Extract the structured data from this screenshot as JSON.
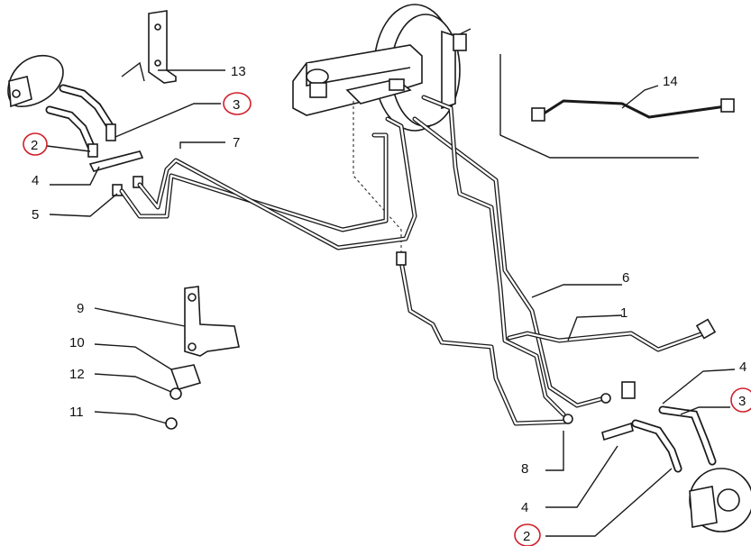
{
  "callouts": [
    {
      "id": "c13",
      "label": "13",
      "highlighted": false
    },
    {
      "id": "c3a",
      "label": "3",
      "highlighted": true
    },
    {
      "id": "c7",
      "label": "7",
      "highlighted": false
    },
    {
      "id": "c2a",
      "label": "2",
      "highlighted": true
    },
    {
      "id": "c4a",
      "label": "4",
      "highlighted": false
    },
    {
      "id": "c5",
      "label": "5",
      "highlighted": false
    },
    {
      "id": "c14",
      "label": "14",
      "highlighted": false
    },
    {
      "id": "c6",
      "label": "6",
      "highlighted": false
    },
    {
      "id": "c1",
      "label": "1",
      "highlighted": false
    },
    {
      "id": "c9",
      "label": "9",
      "highlighted": false
    },
    {
      "id": "c10",
      "label": "10",
      "highlighted": false
    },
    {
      "id": "c12",
      "label": "12",
      "highlighted": false
    },
    {
      "id": "c11",
      "label": "11",
      "highlighted": false
    },
    {
      "id": "c4b",
      "label": "4",
      "highlighted": false
    },
    {
      "id": "c3b",
      "label": "3",
      "highlighted": true
    },
    {
      "id": "c8",
      "label": "8",
      "highlighted": false
    },
    {
      "id": "c4c",
      "label": "4",
      "highlighted": false
    },
    {
      "id": "c2b",
      "label": "2",
      "highlighted": true
    }
  ],
  "colors": {
    "line": "#1a1a1a",
    "highlight": "#d0202a",
    "background": "#ffffff"
  }
}
